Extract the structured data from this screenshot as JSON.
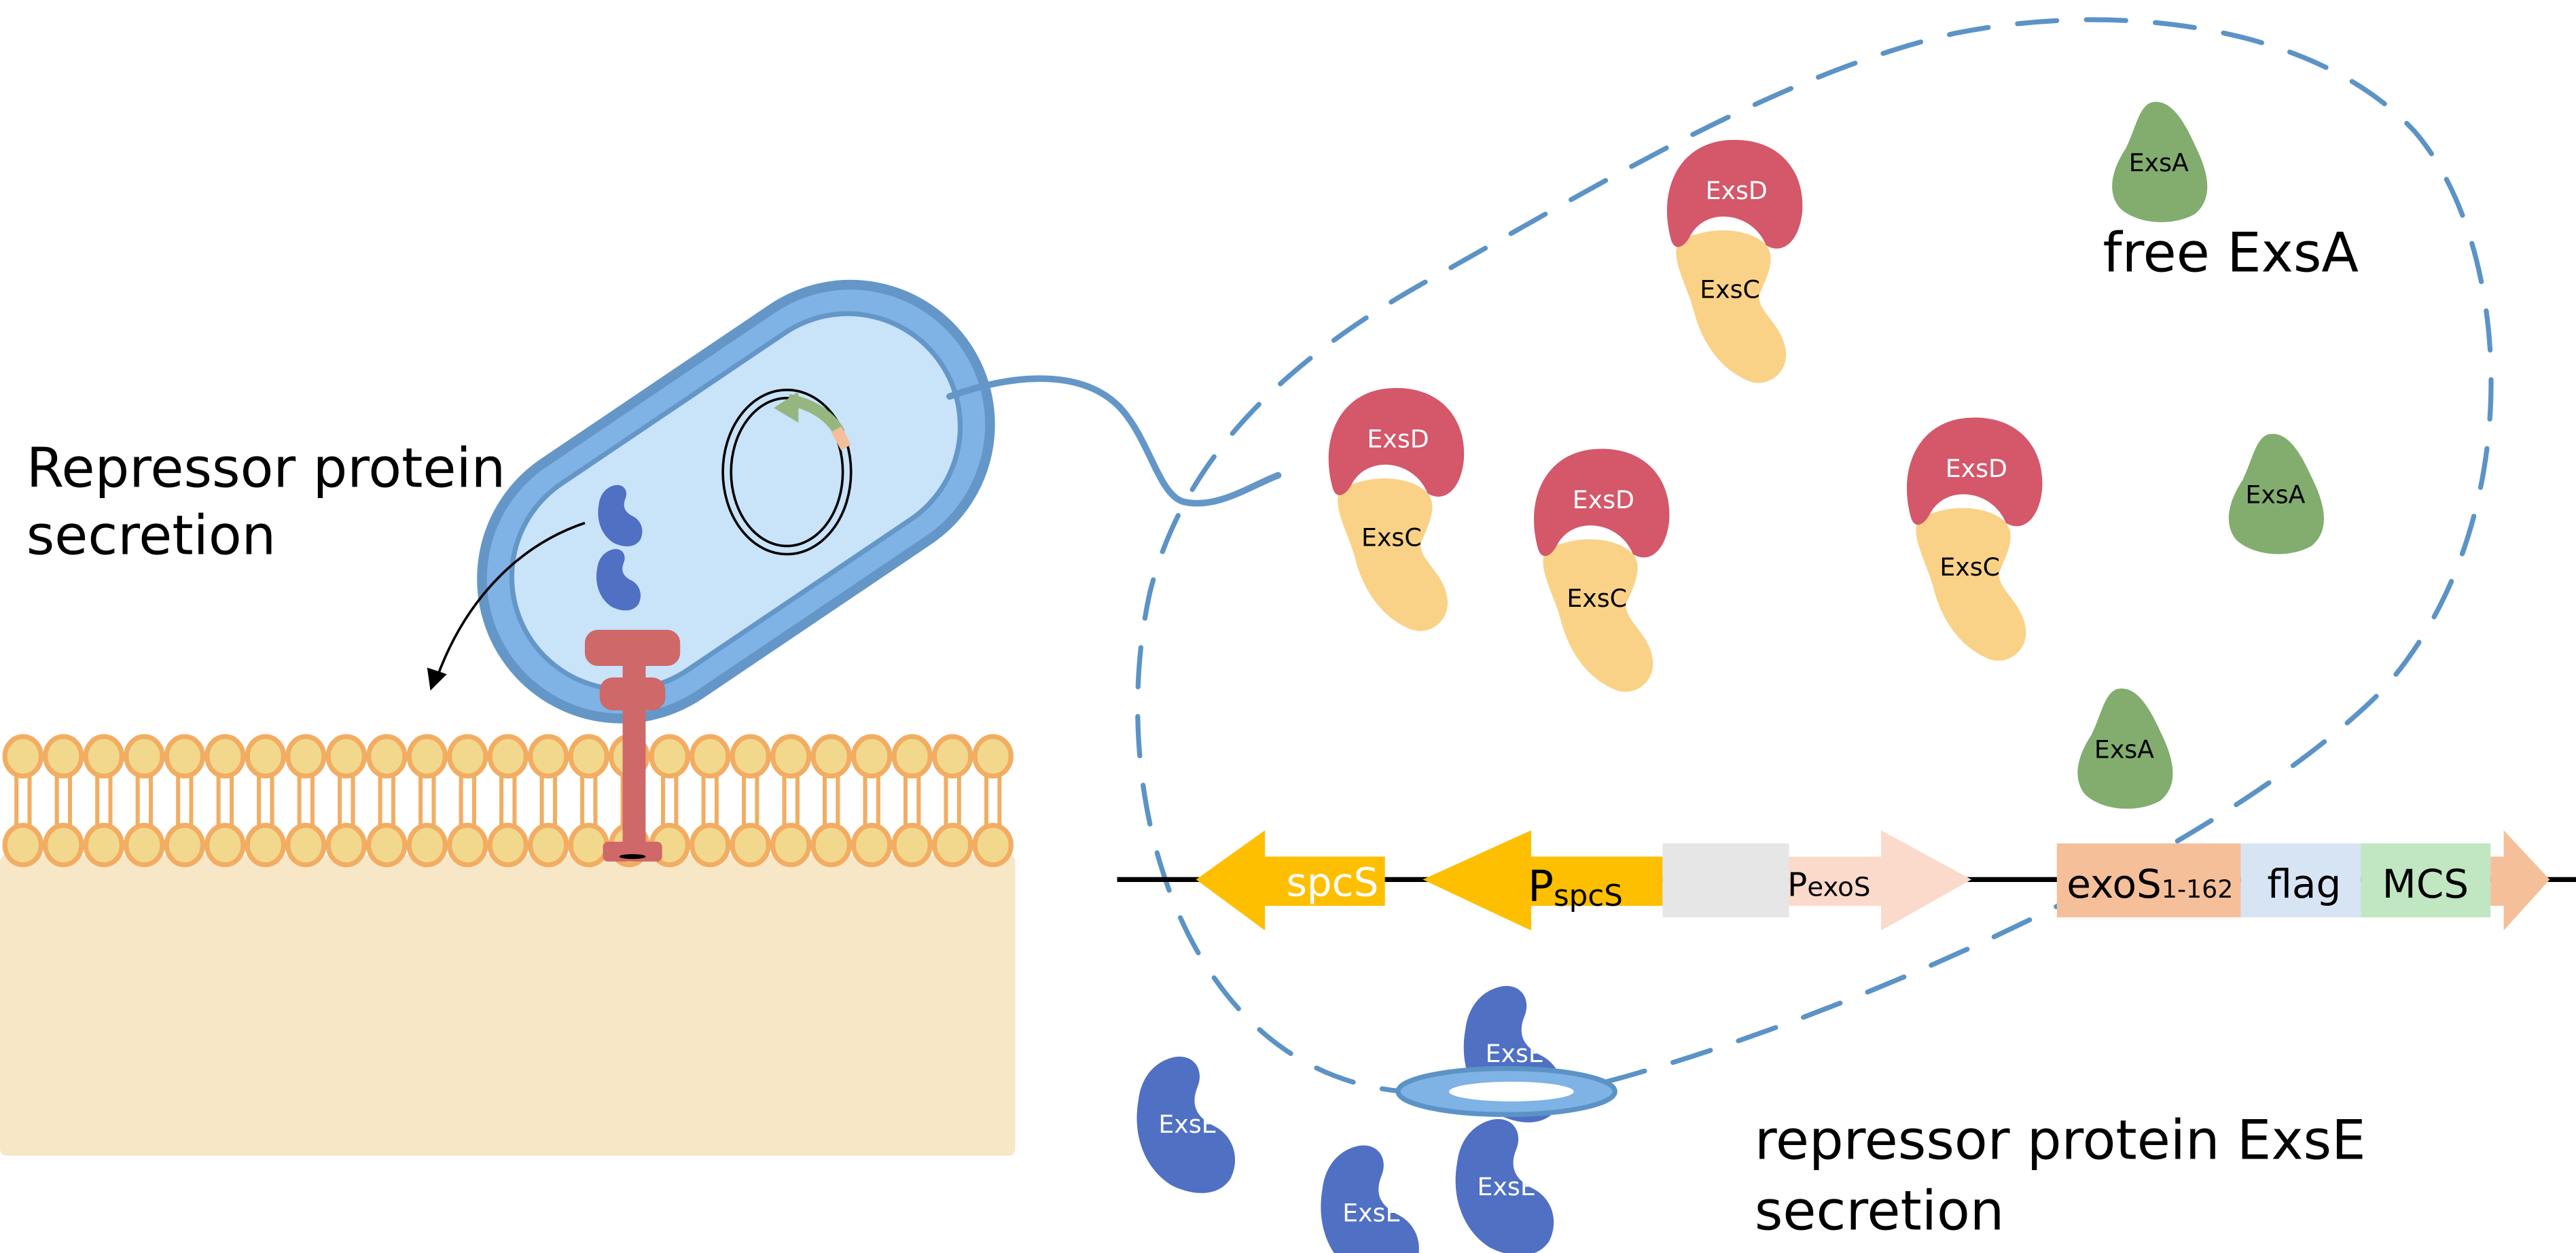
{
  "labels": {
    "left_line1": "Repressor protein",
    "left_line2": "secretion",
    "free_exsa": "free ExsA",
    "bottom_line1": "repressor protein ExsE",
    "bottom_line2": "secretion"
  },
  "proteins": {
    "exsd": "ExsD",
    "exsc": "ExsC",
    "exsa": "ExsA",
    "exse": "ExsE"
  },
  "construct": {
    "spcs": "spcS",
    "pspcs_main": "P",
    "pspcs_sub": "spcS",
    "pexos_main": "P",
    "pexos_sub": "exoS",
    "exos_main": "exoS",
    "exos_sub": "1-162",
    "flag": "flag",
    "mcs": "MCS"
  },
  "colors": {
    "exsd": "#d4576a",
    "exsc": "#fad287",
    "exsa": "#82ad6e",
    "exse": "#5070c4",
    "membrane_head": "#f2d88c",
    "membrane_edge": "#f2ad63",
    "tissue": "#f7e7c6",
    "bacterium": "#7fb2e5",
    "cytoplasm": "#c9e3f9",
    "secretion_apparatus": "#cf6868",
    "dashed_outline": "#5b93c6",
    "spcs_arrow": "#fdbf00",
    "pexos_arrow": "#fbdacb",
    "exos_block": "#f5bf9a",
    "flag_block": "#d7e4f4",
    "mcs_block": "#c0e6c2",
    "spacer_block": "#e6e6e6"
  }
}
